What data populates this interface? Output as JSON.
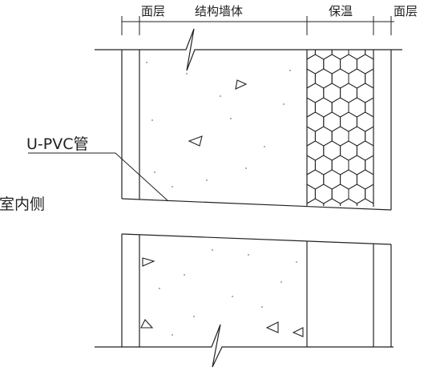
{
  "labels": {
    "surface_left": "面层",
    "structure_wall": "结构墙体",
    "insulation": "保温",
    "surface_right": "面层",
    "pipe": "U-PVC管",
    "indoor_side": "室内侧"
  },
  "colors": {
    "ink": "#222222",
    "background": "#ffffff"
  }
}
